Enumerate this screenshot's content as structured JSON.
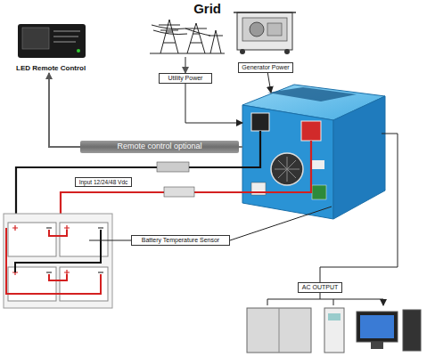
{
  "diagram": {
    "nodes": [
      {
        "text": [
          "LED Remote Control"
        ]
      },
      {
        "text": [
          "Grid"
        ]
      },
      {
        "text": [
          "Generator Power"
        ]
      },
      {
        "text": [
          "Utility Power"
        ]
      },
      {
        "text": [
          "Remote control optional"
        ]
      },
      {
        "text": [
          "Input 12/24/48 Vdc"
        ]
      },
      {
        "text": [
          "Battery Temperature Sensor"
        ]
      },
      {
        "text": [
          "AC OUTPUT"
        ]
      }
    ],
    "edges": [
      {
        "from": 1,
        "to": 3,
        "arrow": "to"
      },
      {
        "from": 4,
        "to": 0,
        "arrow": "to"
      }
    ]
  }
}
